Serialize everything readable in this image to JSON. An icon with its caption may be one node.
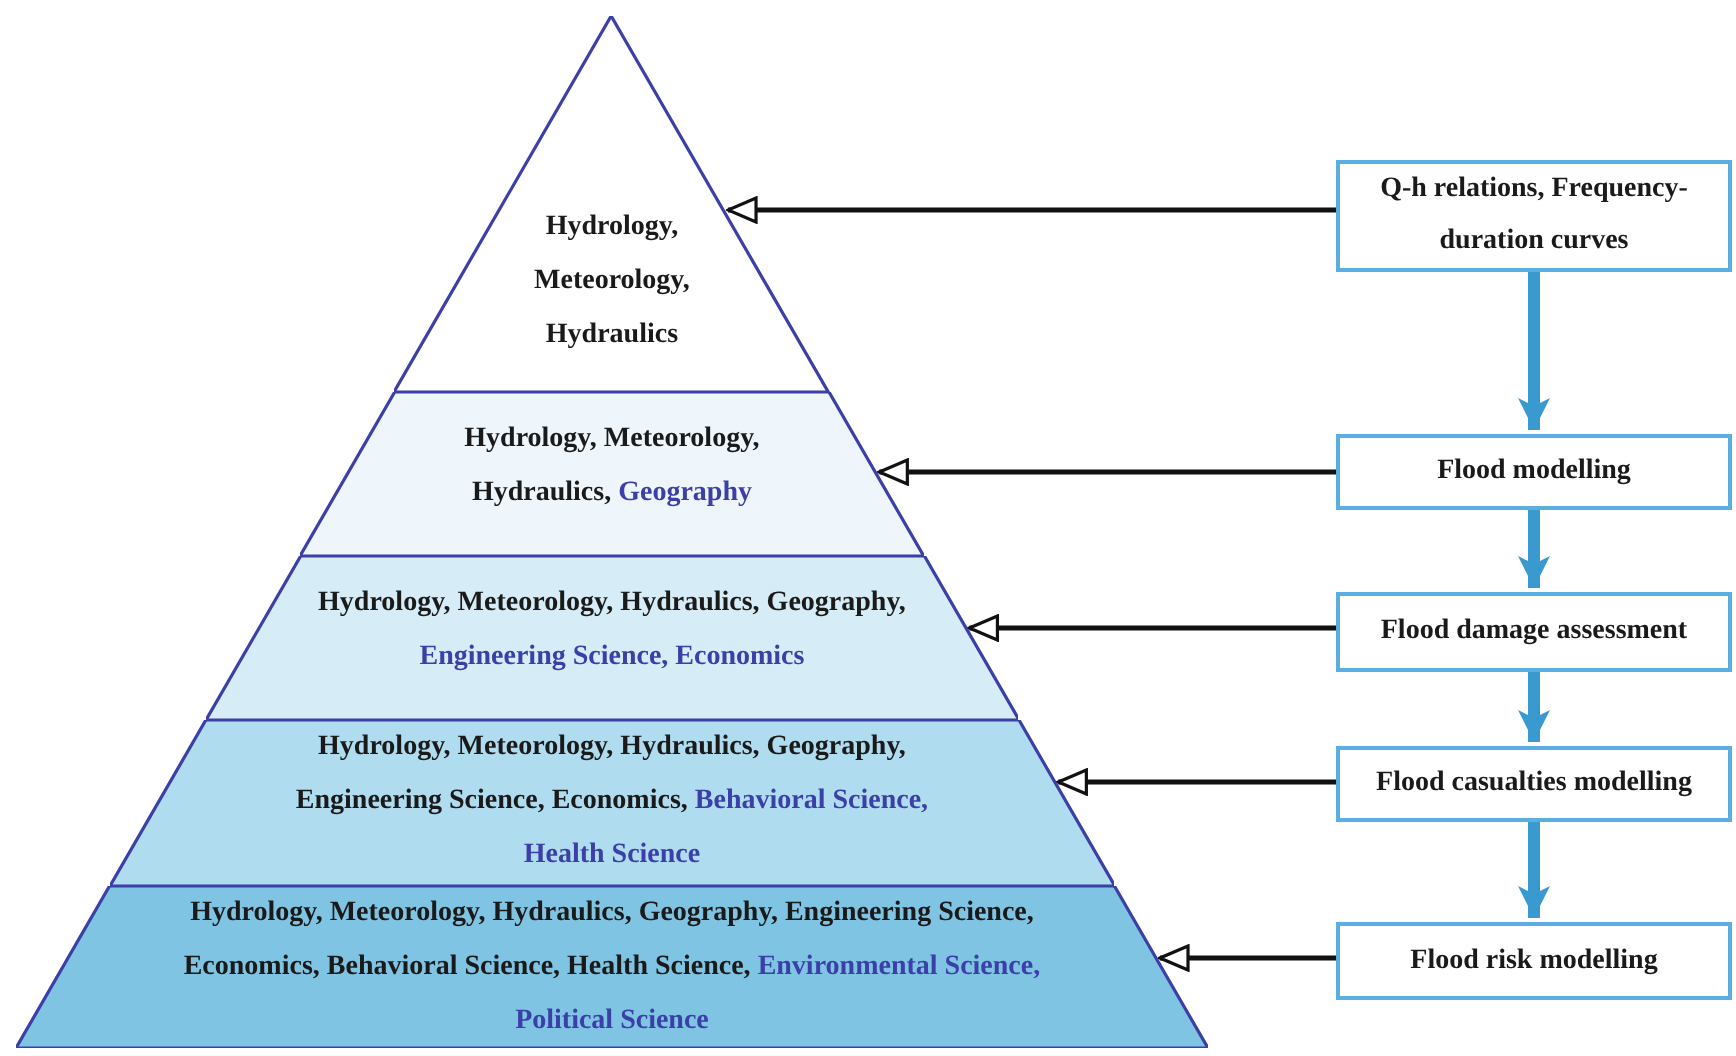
{
  "diagram": {
    "nodes": [
      {
        "text": [
          "Hydrology, Meteorology, Hydraulics"
        ]
      },
      {
        "text": [
          "Hydrology, Meteorology, Hydraulics,",
          "Geography"
        ]
      },
      {
        "text": [
          "Hydrology, Meteorology, Hydraulics, Geography,",
          "Engineering Science, Economics"
        ]
      },
      {
        "text": [
          "Hydrology, Meteorology, Hydraulics, Geography, Engineering Science, Economics,",
          "Behavioral Science, Health Science"
        ]
      },
      {
        "text": [
          "Hydrology, Meteorology, Hydraulics, Geography, Engineering Science, Economics, Behavioral Science, Health Science,",
          "Environmental Science, Political Science"
        ]
      },
      {
        "text": [
          "Q-h relations, Frequency-duration curves"
        ]
      },
      {
        "text": [
          "Flood modelling"
        ]
      },
      {
        "text": [
          "Flood damage assessment"
        ]
      },
      {
        "text": [
          "Flood casualties modelling"
        ]
      },
      {
        "text": [
          "Flood risk modelling"
        ]
      }
    ],
    "edges": [
      {
        "from": 5,
        "to": 0,
        "arrow": "to"
      },
      {
        "from": 6,
        "to": 1,
        "arrow": "to"
      },
      {
        "from": 7,
        "to": 2,
        "arrow": "to"
      },
      {
        "from": 8,
        "to": 3,
        "arrow": "to"
      },
      {
        "from": 9,
        "to": 4,
        "arrow": "to"
      },
      {
        "from": 5,
        "to": 6,
        "arrow": "to",
        "style": "thick",
        "color": "#3a9ad0"
      },
      {
        "from": 6,
        "to": 7,
        "arrow": "to",
        "style": "thick",
        "color": "#3a9ad0"
      },
      {
        "from": 7,
        "to": 8,
        "arrow": "to",
        "style": "thick",
        "color": "#3a9ad0"
      },
      {
        "from": 8,
        "to": 9,
        "arrow": "to",
        "style": "thick",
        "color": "#3a9ad0"
      }
    ]
  }
}
